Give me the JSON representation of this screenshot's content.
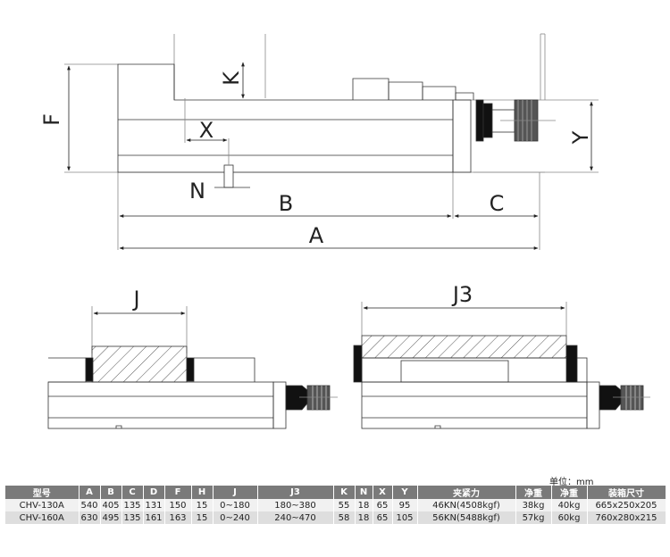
{
  "dims": {
    "A": "A",
    "B": "B",
    "C": "C",
    "F": "F",
    "K": "K",
    "X": "X",
    "N": "N",
    "Y": "Y",
    "J": "J",
    "J3": "J3"
  },
  "table": {
    "unit_note": "单位：mm",
    "headers": [
      "型号",
      "A",
      "B",
      "C",
      "D",
      "F",
      "H",
      "J",
      "J3",
      "K",
      "N",
      "X",
      "Y",
      "夹紧力",
      "净重",
      "净重",
      "装箱尺寸"
    ],
    "rows": [
      [
        "CHV-130A",
        "540",
        "405",
        "135",
        "131",
        "150",
        "15",
        "0~180",
        "180~380",
        "55",
        "18",
        "65",
        "95",
        "46KN(4508kgf)",
        "38kg",
        "40kg",
        "665x250x205"
      ],
      [
        "CHV-160A",
        "630",
        "495",
        "135",
        "161",
        "163",
        "15",
        "0~240",
        "240~470",
        "58",
        "18",
        "65",
        "105",
        "56KN(5488kgf)",
        "57kg",
        "60kg",
        "760x280x215"
      ]
    ]
  }
}
